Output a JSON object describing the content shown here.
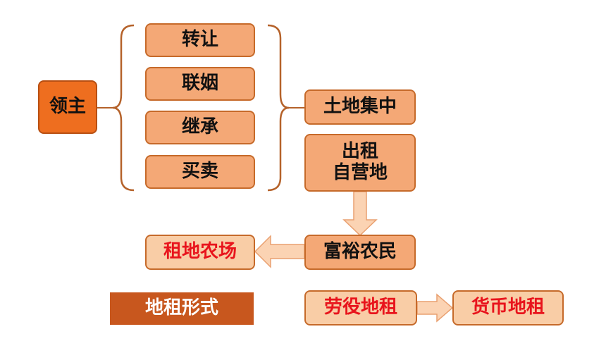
{
  "lord": "领主",
  "methods": [
    "转让",
    "联姻",
    "继承",
    "买卖"
  ],
  "land_concentration": "土地集中",
  "rent_out": [
    "出租",
    "自营地"
  ],
  "rich_peasants": "富裕农民",
  "rent_farm": "租地农场",
  "rent_forms_label": "地租形式",
  "labor_rent": "劳役地租",
  "money_rent": "货币地租",
  "colors": {
    "box_fill": "#f4a876",
    "box_pale": "#f9cda6",
    "lord_fill": "#ee6e1f",
    "banner_fill": "#c8571e",
    "border": "#c66a2a",
    "arrow_fill": "#fbd3b3",
    "highlight_text": "#e8141c"
  }
}
